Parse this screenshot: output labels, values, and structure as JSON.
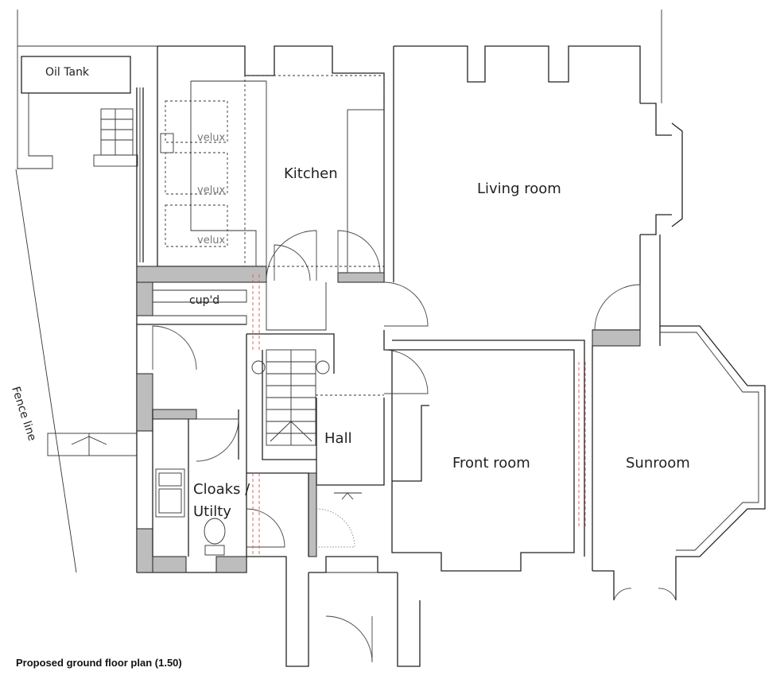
{
  "rooms": {
    "kitchen": "Kitchen",
    "living": "Living room",
    "front": "Front room",
    "sunroom": "Sunroom",
    "hall": "Hall",
    "cloaks_line1": "Cloaks /",
    "cloaks_line2": "Utilty",
    "cupboard": "cup'd"
  },
  "fixtures": {
    "oil_tank": "Oil Tank",
    "velux": [
      "velux",
      "velux",
      "velux"
    ]
  },
  "site": {
    "fence_line": "Fence line"
  },
  "caption": "Proposed ground floor plan (1.50)"
}
